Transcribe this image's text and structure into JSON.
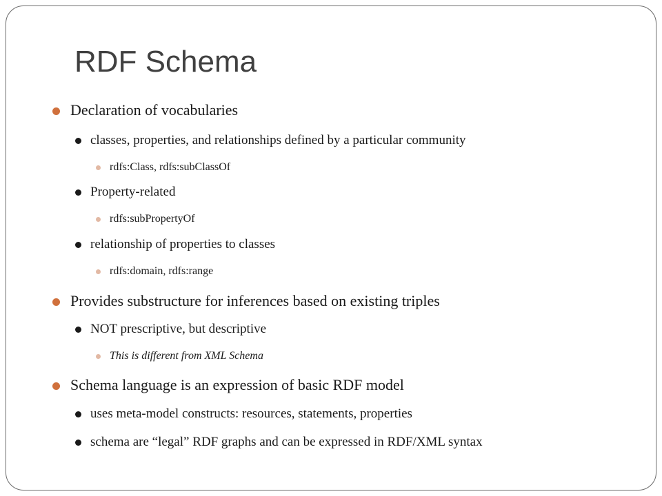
{
  "slide": {
    "title": "RDF Schema",
    "accent_color": "#d0703c",
    "sub_bullet_color": "#e2b9a4",
    "bullets": [
      {
        "level": 1,
        "text": "Declaration of vocabularies"
      },
      {
        "level": 2,
        "text": "classes, properties, and relationships defined by a particular community"
      },
      {
        "level": 3,
        "text": "rdfs:Class, rdfs:subClassOf"
      },
      {
        "level": 2,
        "text": "Property-related"
      },
      {
        "level": 3,
        "text": "rdfs:subPropertyOf"
      },
      {
        "level": 2,
        "text": "relationship of properties to classes"
      },
      {
        "level": 3,
        "text": "rdfs:domain, rdfs:range"
      },
      {
        "level": 1,
        "text": "Provides substructure for inferences based on existing triples"
      },
      {
        "level": 2,
        "text": "NOT prescriptive, but descriptive"
      },
      {
        "level": 3,
        "text": "This is different from XML Schema",
        "italic": true
      },
      {
        "level": 1,
        "text": "Schema language is an expression of basic RDF model"
      },
      {
        "level": 2,
        "text": "uses meta-model constructs: resources, statements, properties"
      },
      {
        "level": 2,
        "text": "schema are “legal” RDF graphs and can be expressed in RDF/XML syntax"
      }
    ]
  }
}
